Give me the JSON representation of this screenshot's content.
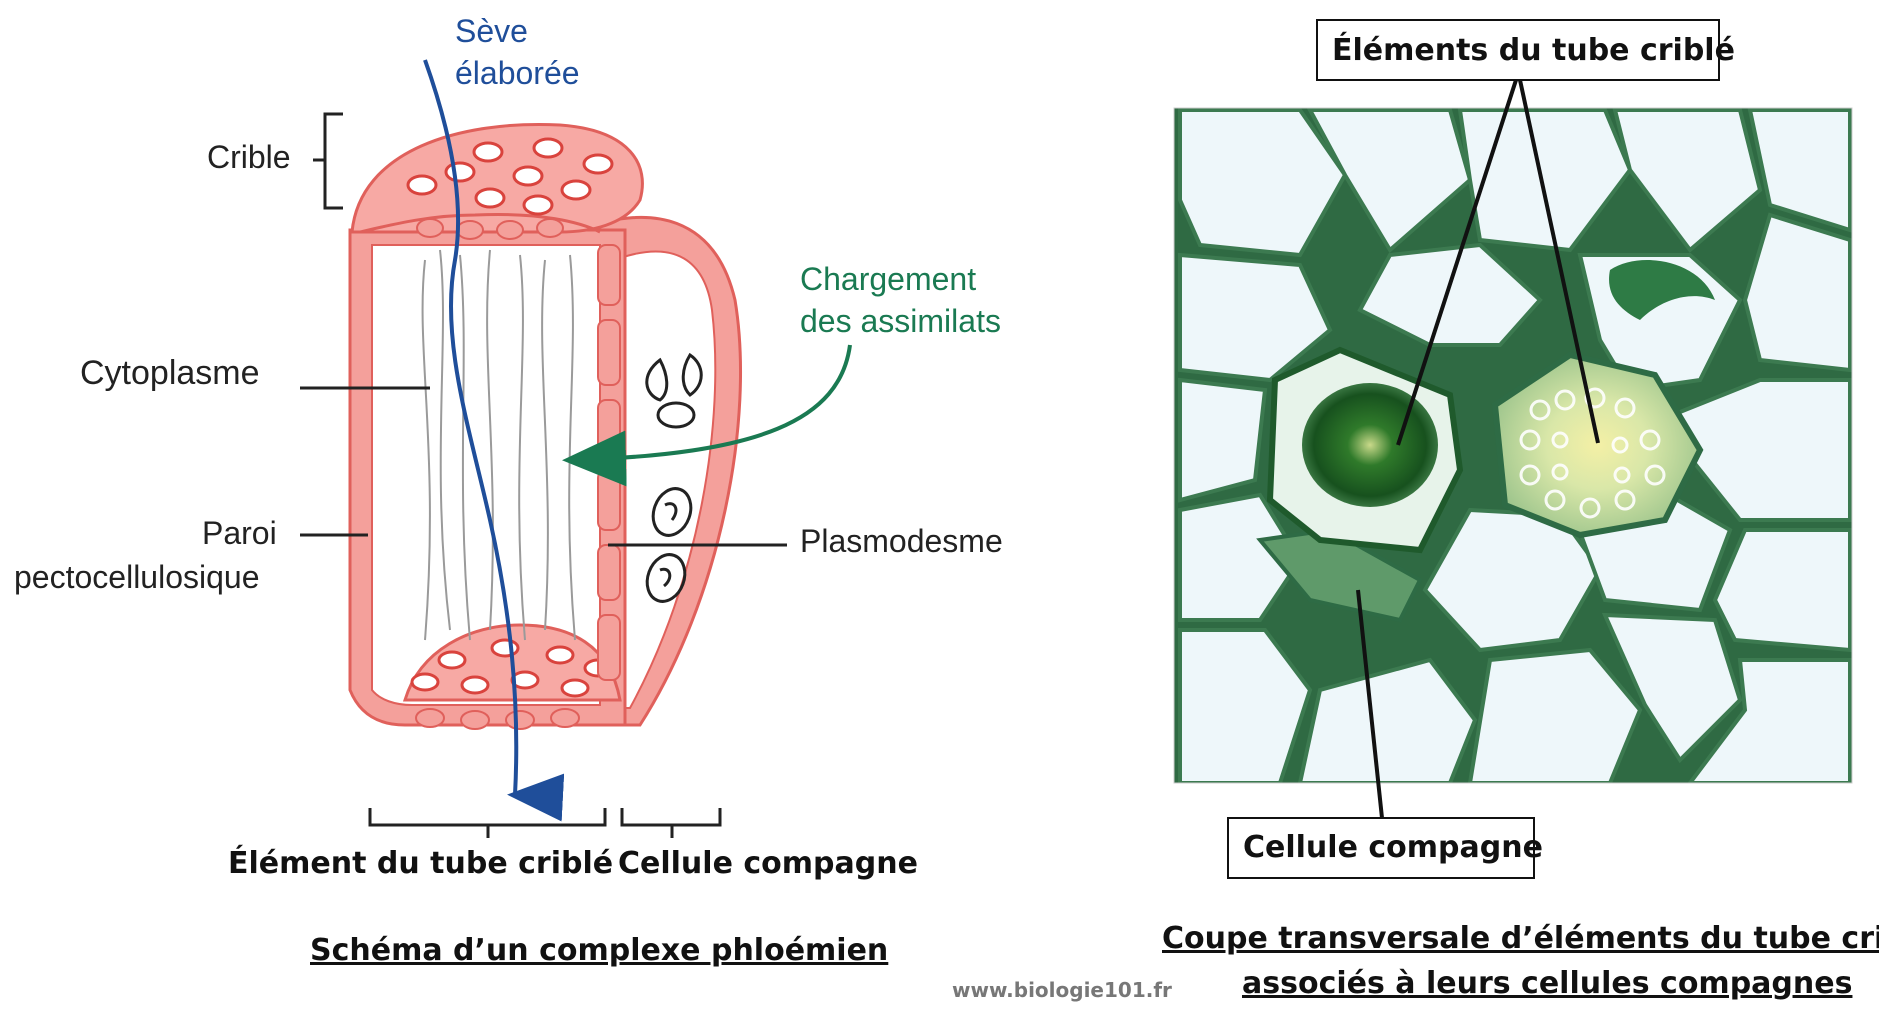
{
  "schema": {
    "labels": {
      "seve": "Sève",
      "elaboree": "élaborée",
      "crible": "Crible",
      "chargement": "Chargement",
      "assimilats": "des assimilats",
      "cytoplasme": "Cytoplasme",
      "paroi": "Paroi",
      "pecto": "pectocellulosique",
      "plasmodesme": "Plasmodesme",
      "element_tube": "Élément du tube criblé",
      "cellule_compagne": "Cellule compagne"
    },
    "caption": "Schéma d’un complexe phloémien",
    "colors": {
      "wall": "#ee6f6a",
      "wall_fill": "#f7a9a4",
      "sap": "#1f4e9a",
      "loading": "#1a7a52"
    }
  },
  "micrograph": {
    "label_sieve": "Éléments du tube criblé",
    "label_companion": "Cellule compagne",
    "caption_line1": "Coupe transversale d’éléments du tube criblé",
    "caption_line2": "associés à leurs cellules compagnes",
    "colors": {
      "cell_wall": "#2e6b45",
      "cell_fill": "#eef7fa",
      "stain": "#1d6b2f"
    }
  },
  "credit": "www.biologie101.fr"
}
